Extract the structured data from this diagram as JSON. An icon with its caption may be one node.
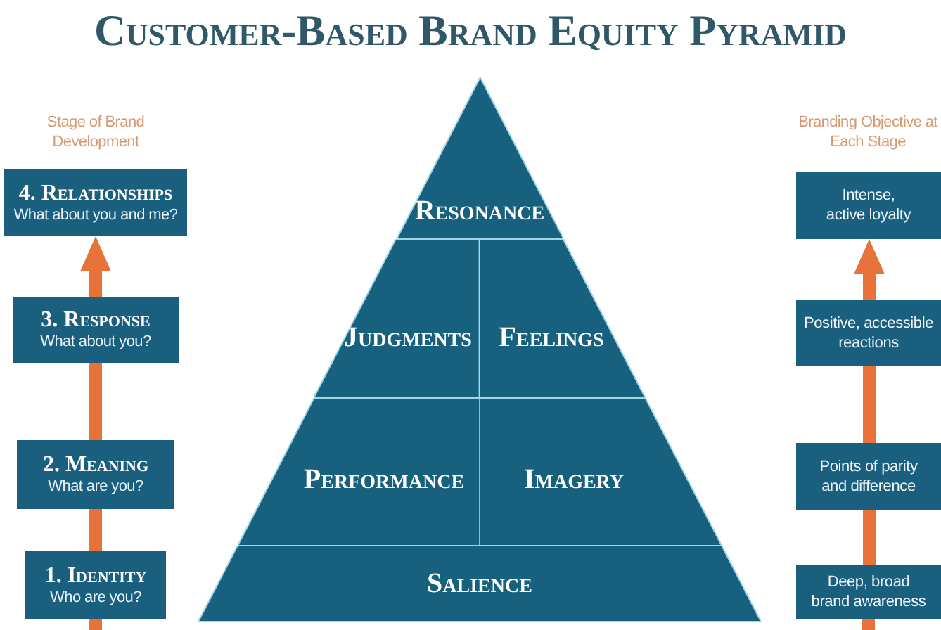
{
  "diagram": {
    "title": "Customer-Based Brand Equity Pyramid",
    "nodes": [
      {
        "text": [
          "4. Relationships",
          "What about you and me?"
        ]
      },
      {
        "text": [
          "Resonance"
        ]
      },
      {
        "text": [
          "Intense, active loyalty"
        ]
      },
      {
        "text": [
          "3. Response",
          "What about you?"
        ]
      },
      {
        "text": [
          "Judgments"
        ]
      },
      {
        "text": [
          "Feelings"
        ]
      },
      {
        "text": [
          "Positive, accessible reactions"
        ]
      },
      {
        "text": [
          "2. Meaning",
          "What are you?"
        ]
      },
      {
        "text": [
          "Performance"
        ]
      },
      {
        "text": [
          "Imagery"
        ]
      },
      {
        "text": [
          "Points of parity and difference"
        ]
      },
      {
        "text": [
          "1. Identity",
          "Who are you?"
        ]
      },
      {
        "text": [
          "Salience"
        ]
      },
      {
        "text": [
          "Deep, broad brand awareness"
        ]
      }
    ],
    "edges": [
      {
        "from": null,
        "to": 11,
        "arrow": "none"
      },
      {
        "from": 11,
        "to": 7,
        "arrow": "none"
      },
      {
        "from": 7,
        "to": 3,
        "arrow": "none"
      },
      {
        "from": 3,
        "to": 0,
        "arrow": "to"
      },
      {
        "from": null,
        "to": 13,
        "arrow": "none"
      },
      {
        "from": 13,
        "to": 10,
        "arrow": "none"
      },
      {
        "from": 10,
        "to": 6,
        "arrow": "none"
      },
      {
        "from": 6,
        "to": 2,
        "arrow": "to"
      }
    ],
    "labels": [
      "Stage of Brand Development",
      "Branding Objective at Each Stage"
    ]
  }
}
